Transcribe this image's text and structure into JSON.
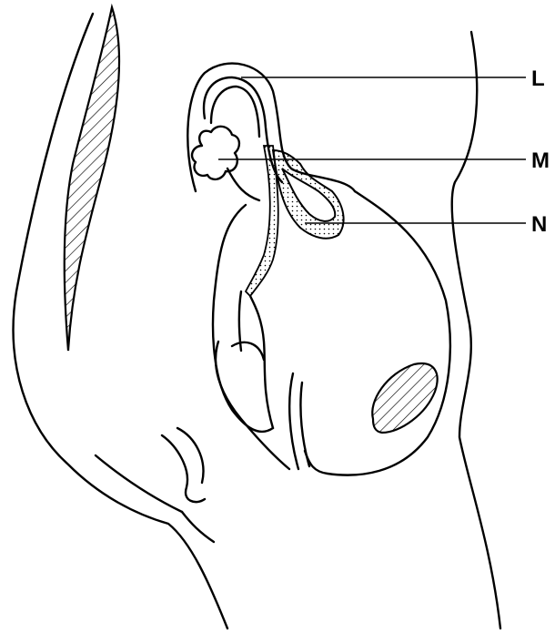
{
  "labels": [
    {
      "id": "L",
      "text": "L"
    },
    {
      "id": "M",
      "text": "M"
    },
    {
      "id": "N",
      "text": "N"
    }
  ]
}
